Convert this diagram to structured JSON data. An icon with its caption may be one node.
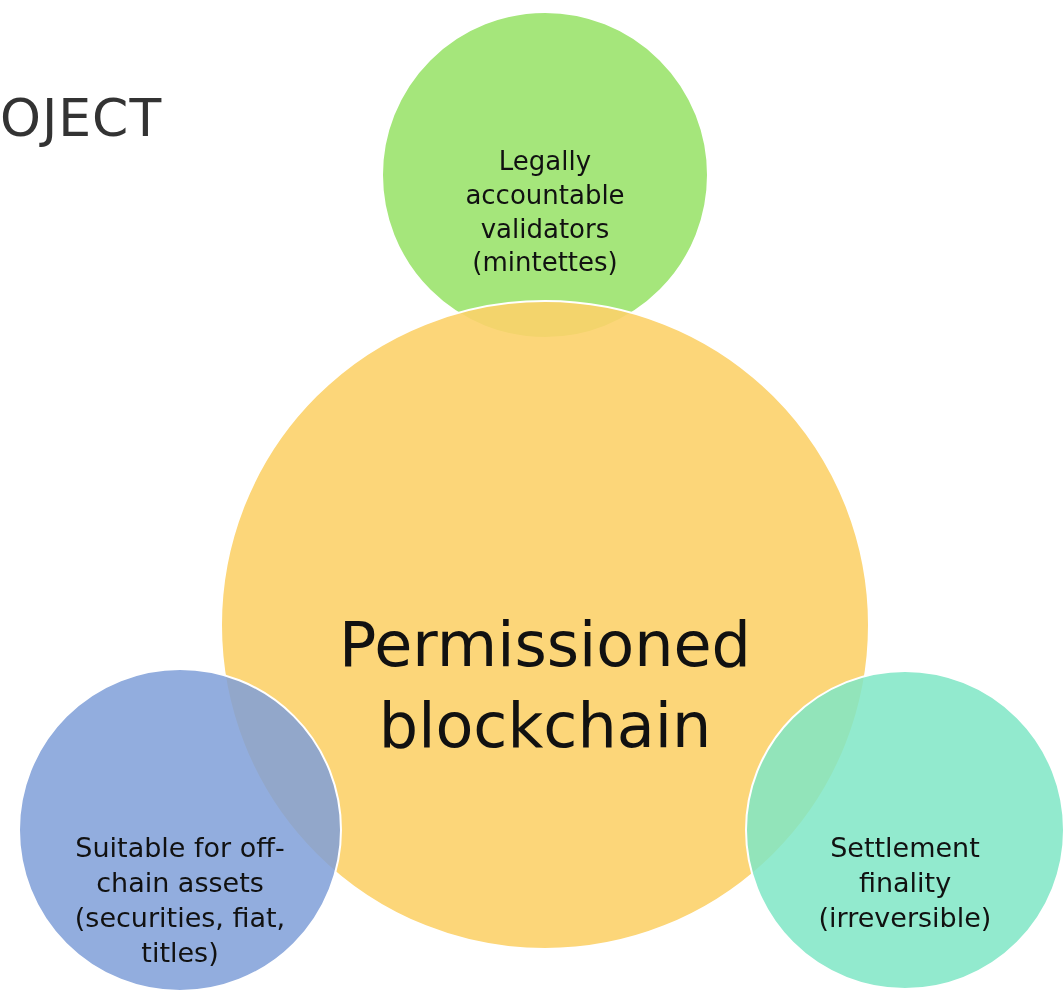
{
  "diagram": {
    "nodes": [
      {
        "text": [
          "Legally accountable validators (mintettes)"
        ]
      },
      {
        "text": [
          "Permissioned blockchain"
        ]
      },
      {
        "text": [
          "Suitable for off-chain assets (securities, fiat, titles)"
        ]
      },
      {
        "text": [
          "Settlement finality (irreversible)"
        ]
      }
    ],
    "edges": [],
    "labels": [
      "OJECT"
    ]
  }
}
